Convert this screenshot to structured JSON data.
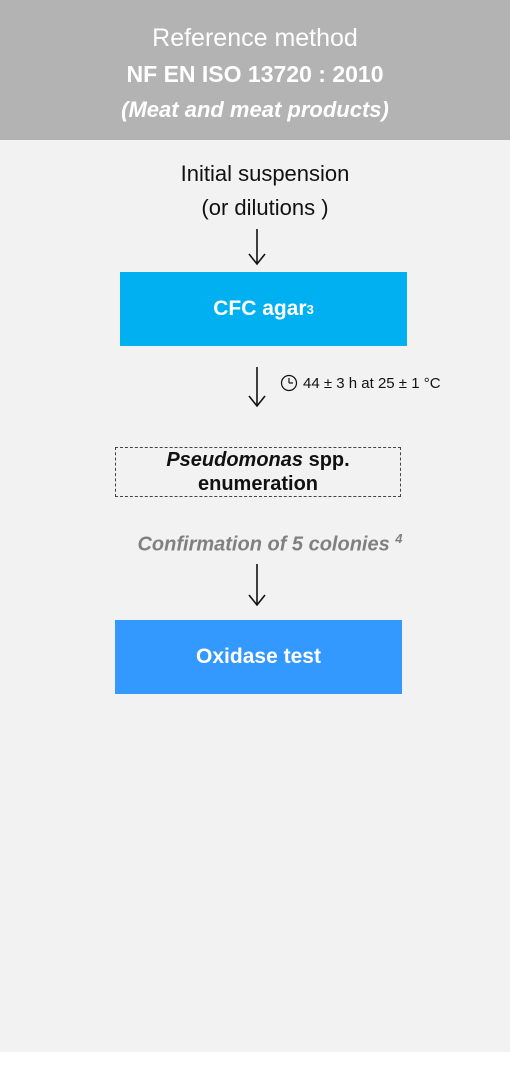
{
  "header": {
    "line1": "Reference method",
    "line2": "NF EN ISO 13720 : 2010",
    "line3": "(Meat and meat products)"
  },
  "steps": {
    "initial_line1": "Initial suspension",
    "initial_line2": "(or dilutions )",
    "cfc_label": "CFC agar",
    "cfc_note": "3",
    "incubation": "44 ± 3 h at 25 ± 1 °C",
    "enum_italic": "Pseudomonas",
    "enum_rest": " spp.",
    "enum_line2": "enumeration",
    "confirmation": "Confirmation of 5 colonies ",
    "confirmation_note": "4",
    "oxidase": "Oxidase test"
  },
  "colors": {
    "header_bg": "#b3b3b3",
    "panel_bg": "#f2f2f2",
    "cfc_box": "#00b0f0",
    "oxidase_box": "#3399ff",
    "confirmation_text": "#808080"
  },
  "icons": [
    "down-arrow",
    "clock-icon"
  ]
}
